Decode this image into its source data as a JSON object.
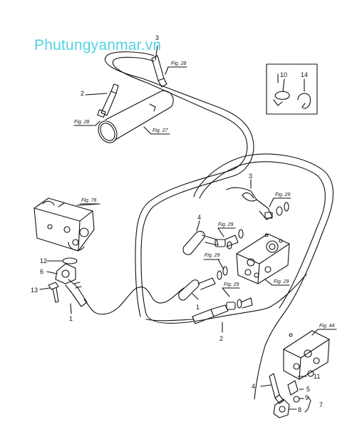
{
  "watermark": "Phutungyanmar.vn",
  "part_numbers": {
    "p3_top": "3",
    "p2_top": "2",
    "p10": "10",
    "p14": "14",
    "p3_right": "3",
    "p4_mid": "4",
    "p12": "12",
    "p6": "6",
    "p13": "13",
    "p1_left": "1",
    "p1_mid": "1",
    "p2_mid": "2",
    "p11": "11",
    "p4_bottom": "4",
    "p5": "5",
    "p9": "9",
    "p8": "8",
    "p7": "7"
  },
  "figure_refs": {
    "fig28_top": "Fig. 28",
    "fig28_left": "Fig. 28",
    "fig27": "Fig. 27",
    "fig76": "Fig. 76",
    "fig29_a": "Fig. 29",
    "fig29_b": "Fig. 29",
    "fig29_c": "Fig. 29",
    "fig29_d": "Fig. 29",
    "fig29_e": "Fig. 29",
    "fig44": "Fig. 44"
  }
}
